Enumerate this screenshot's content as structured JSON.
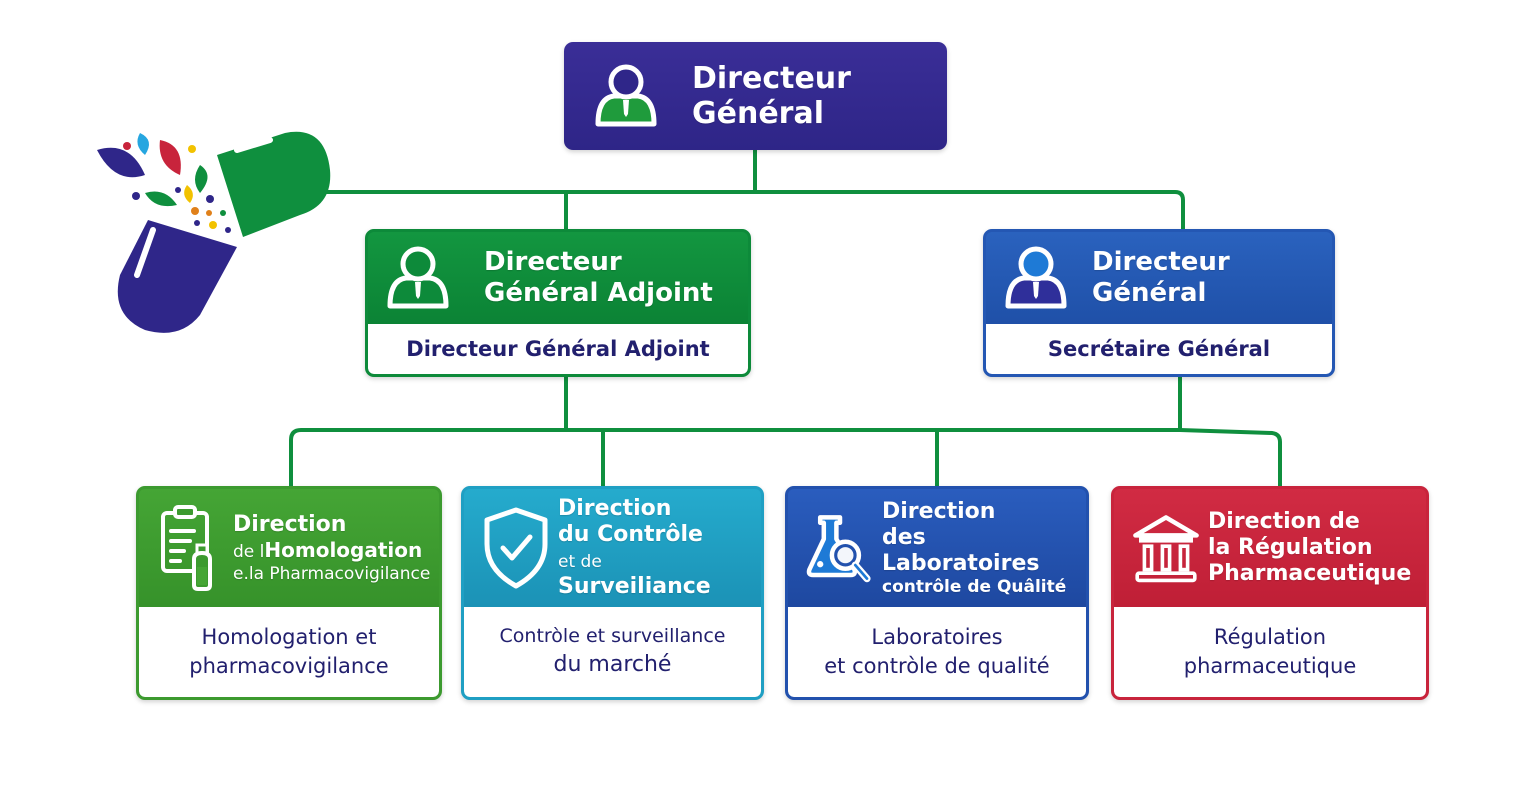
{
  "colors": {
    "connector": "#0f8f3e",
    "director_general": "#2f2689",
    "adjoint": "#0d8a3a",
    "secretaire": "#2457b3",
    "homologation": "#3c9a2f",
    "controle": "#1f9fc3",
    "laboratoires": "#2251ad",
    "regulation": "#c8243c",
    "body_text": "#22206e"
  },
  "logo": {
    "icon": "pharma-capsule-leaves-logo"
  },
  "director_general": {
    "icon": "person-icon",
    "title_line1": "Directeur",
    "title_line2": "Général"
  },
  "adjoint": {
    "icon": "person-icon",
    "title_line1": "Directeur",
    "title_line2": "Général Adjoint",
    "subtitle": "Directeur Général Adjoint"
  },
  "secretaire": {
    "icon": "person-icon",
    "title_line1": "Directeur",
    "title_line2": "Général",
    "subtitle": "Secrétaire Général"
  },
  "directions": [
    {
      "id": "homologation",
      "icon": "clipboard-bottle-icon",
      "title_line1": "Direction",
      "title_line2_prefix": "de l",
      "title_line2": "Homologation",
      "title_line3": "e.la Pharmacovigilance",
      "desc_line1": "Homologation et",
      "desc_line2": "pharmacovigilance"
    },
    {
      "id": "controle",
      "icon": "shield-check-icon",
      "title_line1": "Direction",
      "title_line2": "du Contrôle",
      "title_line3_prefix": "et de",
      "title_line3": "Surveiliance",
      "desc_line1": "Contròle et surveillance",
      "desc_line2": "du marché"
    },
    {
      "id": "laboratoires",
      "icon": "flask-magnifier-icon",
      "title_line1": "Direction",
      "title_line2": "des Laboratoires",
      "title_line3": "contrôle de Quâlité",
      "desc_line1": "Laboratoires",
      "desc_line2": "et contròle de qualité"
    },
    {
      "id": "regulation",
      "icon": "institution-building-icon",
      "title_line1": "Direction de",
      "title_line2": "la Régulation",
      "title_line3": "Pharmaceutique",
      "desc_line1": "Régulation",
      "desc_line2": "pharmaceutique"
    }
  ]
}
